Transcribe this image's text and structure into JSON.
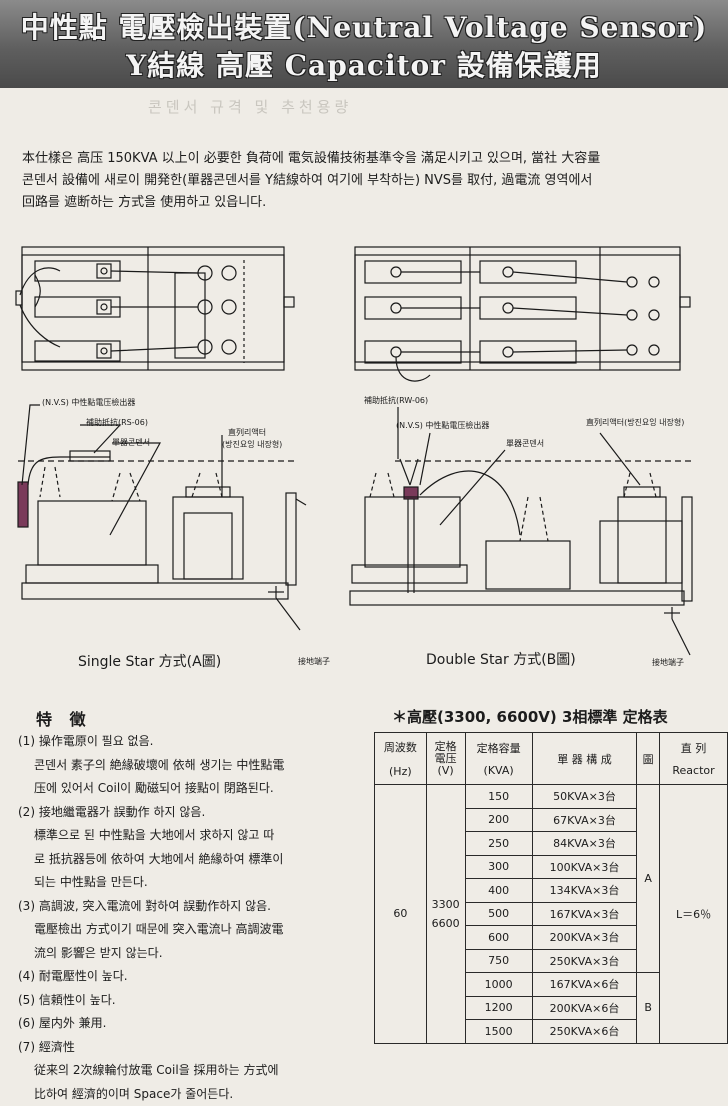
{
  "banner": {
    "line1": "中性點 電壓檢出裝置(Neutral Voltage Sensor)",
    "line2": "Y結線 高壓 Capacitor 設備保護用"
  },
  "ghost_text": "콘덴서 규격 및 추천용량",
  "intro": [
    "本仕樣은 高压 150KVA 以上이 必要한 負荷에 電気設備技術基準令을 滿足시키고 있으며, 當社 大容量",
    "콘덴서 設備에 새로이 開発한(單器콘덴서를 Y結線하여 여기에 부착하는) NVS를 取付, 過電流 영역에서",
    "回路를 遮断하는 方式을 使用하고 있읍니다."
  ],
  "diagram": {
    "caption_a": "Single Star 方式(A圖)",
    "caption_b": "Double Star 方式(B圖)",
    "labels_a": {
      "nvs": "(N.V.S) 中性點電压檢出器",
      "resistor": "補助抵抗(RS-06)",
      "capacitor": "單器콘덴서",
      "reactor": "直列리액터",
      "reactor_note": "(방진요잉 내장형)",
      "ground": "接地端子"
    },
    "labels_b": {
      "resistor": "補助抵抗(RW-06)",
      "nvs": "(N.V.S) 中性點電压檢出器",
      "capacitor": "單器콘덴서",
      "reactor": "直列리액터(방진요잉 내장형)",
      "ground": "接地端子"
    }
  },
  "features": {
    "heading": "特 徵",
    "lines": [
      {
        "text": "(1) 操作電原이 필요 없음.",
        "indent": false
      },
      {
        "text": "콘덴서 素子의 絶緣破壞에 依해 생기는 中性點電",
        "indent": true
      },
      {
        "text": "压에 있어서 Coil이 勵磁되어 接點이 閉路된다.",
        "indent": true
      },
      {
        "text": "(2) 接地繼電器가 誤動作 하지 않음.",
        "indent": false
      },
      {
        "text": "標準으로 된 中性點을 大地에서 求하지 않고 따",
        "indent": true
      },
      {
        "text": "로 抵抗器등에 依하여 大地에서 絶緣하여 標準이",
        "indent": true
      },
      {
        "text": "되는 中性點을 만든다.",
        "indent": true
      },
      {
        "text": "(3) 高調波, 突入電流에 對하여 誤動作하지 않음.",
        "indent": false
      },
      {
        "text": "電壓檢出 方式이기 때문에 突入電流나 高調波電",
        "indent": true
      },
      {
        "text": "流의 影響은 받지 않는다.",
        "indent": true
      },
      {
        "text": "(4) 耐電壓性이 높다.",
        "indent": false
      },
      {
        "text": "(5) 信頼性이 높다.",
        "indent": false
      },
      {
        "text": "(6) 屋内外 兼用.",
        "indent": false
      },
      {
        "text": "(7) 經濟性",
        "indent": false
      },
      {
        "text": "従来의 2次線輪付放電 Coil을 採用하는 方式에",
        "indent": true
      },
      {
        "text": "比하여 經濟的이며 Space가 줄어든다.",
        "indent": true
      }
    ]
  },
  "table": {
    "title": "＊高壓(3300, 6600V) 3相標準 定格表",
    "headers": {
      "freq": "周波数",
      "freq_unit": "(Hz)",
      "voltage": "定格電压",
      "voltage_unit": "(V)",
      "capacity": "定格容量",
      "capacity_unit": "(KVA)",
      "unit_config": "單 器 構 成",
      "scheme": "圖",
      "reactor": "直 列",
      "reactor_unit": "Reactor"
    },
    "freq_value": "60",
    "voltage_values": [
      "3300",
      "6600"
    ],
    "reactor_value": "L＝6％",
    "scheme_a": "A",
    "scheme_b": "B",
    "rows": [
      {
        "kva": "150",
        "config": "50KVA×3台"
      },
      {
        "kva": "200",
        "config": "67KVA×3台"
      },
      {
        "kva": "250",
        "config": "84KVA×3台"
      },
      {
        "kva": "300",
        "config": "100KVA×3台"
      },
      {
        "kva": "400",
        "config": "134KVA×3台"
      },
      {
        "kva": "500",
        "config": "167KVA×3台"
      },
      {
        "kva": "600",
        "config": "200KVA×3台"
      },
      {
        "kva": "750",
        "config": "250KVA×3台"
      },
      {
        "kva": "1000",
        "config": "167KVA×6台"
      },
      {
        "kva": "1200",
        "config": "200KVA×6台"
      },
      {
        "kva": "1500",
        "config": "250KVA×6台"
      }
    ]
  }
}
